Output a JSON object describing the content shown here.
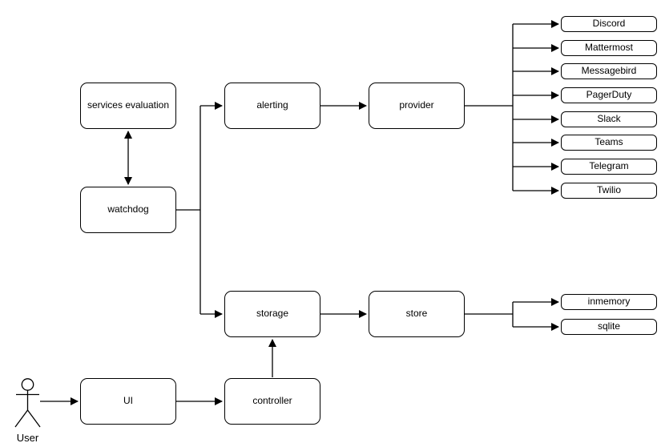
{
  "canvas": {
    "background": "#ffffff",
    "stroke_color": "#000000",
    "text_color": "#000000"
  },
  "nodes": {
    "services_evaluation": "services evaluation",
    "watchdog": "watchdog",
    "alerting": "alerting",
    "provider": "provider",
    "storage": "storage",
    "store": "store",
    "ui": "UI",
    "controller": "controller"
  },
  "providers": {
    "items": [
      "Discord",
      "Mattermost",
      "Messagebird",
      "PagerDuty",
      "Slack",
      "Teams",
      "Telegram",
      "Twilio"
    ]
  },
  "storage_backends": {
    "items": [
      "inmemory",
      "sqlite"
    ]
  },
  "actor": {
    "label": "User"
  },
  "edges": [
    {
      "from": "services evaluation",
      "to": "watchdog",
      "arrows": "both"
    },
    {
      "from": "watchdog",
      "to": "alerting",
      "arrows": "end"
    },
    {
      "from": "watchdog",
      "to": "storage",
      "arrows": "end"
    },
    {
      "from": "alerting",
      "to": "provider",
      "arrows": "end"
    },
    {
      "from": "provider",
      "to": [
        "Discord",
        "Mattermost",
        "Messagebird",
        "PagerDuty",
        "Slack",
        "Teams",
        "Telegram",
        "Twilio"
      ],
      "arrows": "end"
    },
    {
      "from": "storage",
      "to": "store",
      "arrows": "end"
    },
    {
      "from": "store",
      "to": [
        "inmemory",
        "sqlite"
      ],
      "arrows": "end"
    },
    {
      "from": "controller",
      "to": "storage",
      "arrows": "end"
    },
    {
      "from": "UI",
      "to": "controller",
      "arrows": "end"
    },
    {
      "from": "User",
      "to": "UI",
      "arrows": "end"
    }
  ]
}
